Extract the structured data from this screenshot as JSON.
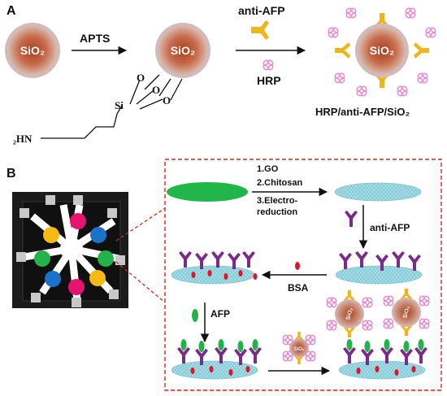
{
  "panel_a": {
    "label": "A",
    "sphere_text": "SiO₂",
    "step1": "APTS",
    "anti_afp": "anti-AFP",
    "hrp": "HRP",
    "si": "Si",
    "o": "O",
    "amine": "₂HN",
    "product": "HRP/anti-AFP/SiO₂"
  },
  "panel_b": {
    "label": "B",
    "step_go": "1.GO",
    "step_chitosan": "2.Chitosan",
    "step_electro_1": "3.Electro-",
    "step_electro_2": "reduction",
    "anti_afp": "anti-AFP",
    "bsa": "BSA",
    "afp": "AFP",
    "sio2_small": "SiO₂"
  },
  "colors": {
    "sphere_core": "#b4522c",
    "sphere_glow": "#d9b6a6",
    "sphere_rim": "#a9b8d6",
    "antibody_gold": "#f0b51a",
    "antibody_purple": "#7a2c86",
    "hrp_pink": "#e48fcf",
    "electrode_green": "#20b64a",
    "surface_cyan": "#8fd3df",
    "dashed_red": "#d8281c",
    "chip_bg": "#1b1b1b"
  }
}
